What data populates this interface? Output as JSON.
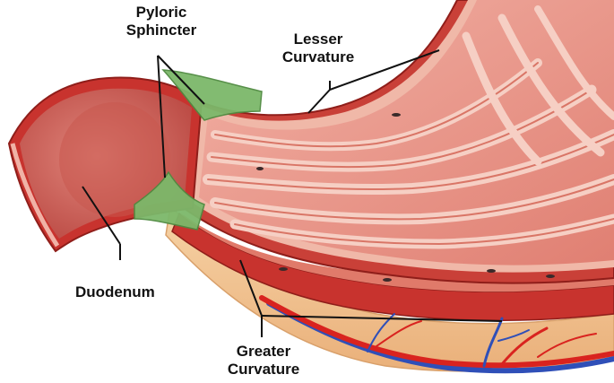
{
  "labels": {
    "pyloric_sphincter": [
      "Pyloric",
      "Sphincter"
    ],
    "lesser_curvature": [
      "Lesser",
      "Curvature"
    ],
    "duodenum": "Duodenum",
    "greater_curvature": [
      "Greater",
      "Curvature"
    ]
  },
  "colors": {
    "tissue_outer": "#c8332e",
    "tissue_inner": "#e8857a",
    "mucosa": "#e89a8e",
    "fold_highlight": "#f4c3b8",
    "sphincter": "#7cb86a",
    "fat": "#f2c591",
    "artery": "#d9231f",
    "vein": "#2f4fb8",
    "leader_line": "#111111"
  },
  "icons": {
    "pyloric_sphincter_region": "sphincter-shape",
    "vessel": "blood-vessel"
  }
}
